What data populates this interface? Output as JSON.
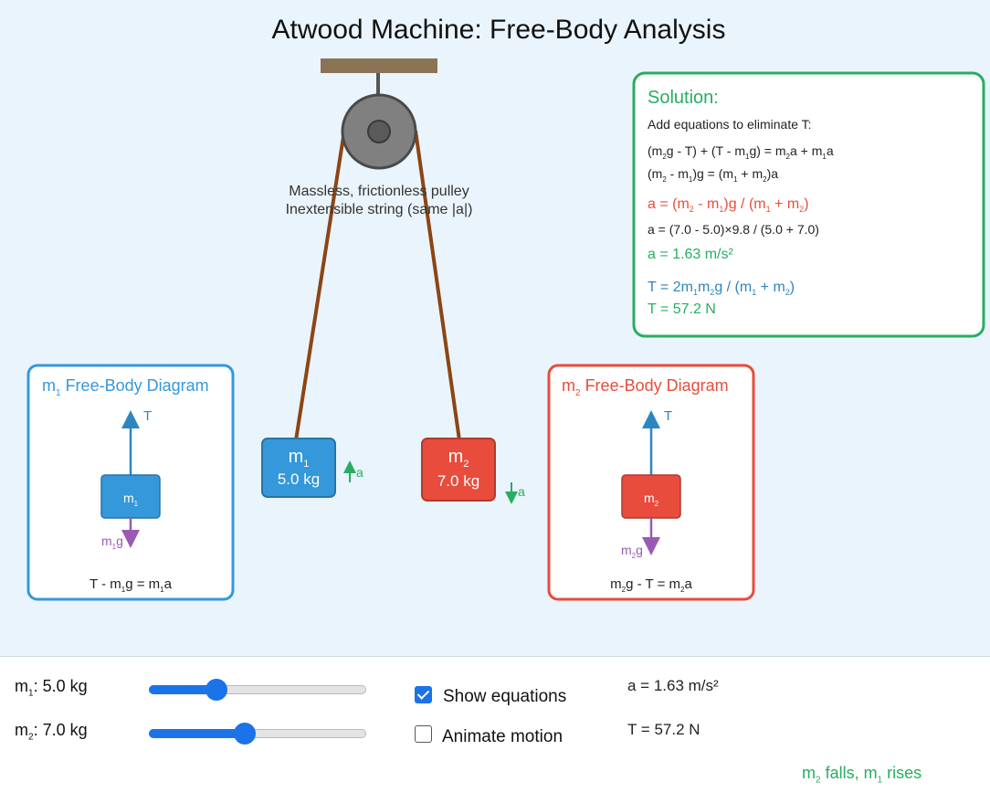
{
  "title": "Atwood Machine: Free-Body Analysis",
  "pulley": {
    "note_line1": "Massless, frictionless pulley",
    "note_line2": "Inextensible string (same |a|)"
  },
  "blocks": {
    "m1": {
      "sym": "m",
      "sub": "1",
      "mass": "5.0 kg",
      "accel_label": "a",
      "color": "#3498db"
    },
    "m2": {
      "sym": "m",
      "sub": "2",
      "mass": "7.0 kg",
      "accel_label": "a",
      "color": "#e74c3c"
    }
  },
  "fbd1": {
    "title_sym": "m",
    "title_sub": "1",
    "title_rest": " Free-Body Diagram",
    "tension_label": "T",
    "block_sym": "m",
    "block_sub": "1",
    "weight_sym": "m",
    "weight_sub": "1",
    "weight_rest": "g",
    "eq": {
      "p1": "T - m",
      "s1": "1",
      "p2": "g = m",
      "s2": "1",
      "p3": "a"
    }
  },
  "fbd2": {
    "title_sym": "m",
    "title_sub": "2",
    "title_rest": " Free-Body Diagram",
    "tension_label": "T",
    "block_sym": "m",
    "block_sub": "2",
    "weight_sym": "m",
    "weight_sub": "2",
    "weight_rest": "g",
    "eq": {
      "p1": "m",
      "s1": "2",
      "p2": "g - T = m",
      "s2": "2",
      "p3": "a"
    }
  },
  "solution": {
    "heading": "Solution:",
    "intro": "Add equations to eliminate T:",
    "l1": {
      "p1": "(m",
      "s1": "2",
      "p2": "g - T) + (T - m",
      "s2": "1",
      "p3": "g) = m",
      "s3": "2",
      "p4": "a + m",
      "s4": "1",
      "p5": "a"
    },
    "l2": {
      "p1": "(m",
      "s1": "2",
      "p2": " - m",
      "s2": "1",
      "p3": ")g = (m",
      "s3": "1",
      "p4": " + m",
      "s4": "2",
      "p5": ")a"
    },
    "l3": {
      "p1": "a = (m",
      "s1": "2",
      "p2": " - m",
      "s2": "1",
      "p3": ")g / (m",
      "s3": "1",
      "p4": " + m",
      "s4": "2",
      "p5": ")"
    },
    "l4": "a = (7.0 - 5.0)×9.8 / (5.0 + 7.0)",
    "l5": "a = 1.63 m/s²",
    "l6": {
      "p1": "T = 2m",
      "s1": "1",
      "p2": "m",
      "s2": "2",
      "p3": "g / (m",
      "s3": "1",
      "p4": " + m",
      "s4": "2",
      "p5": ")"
    },
    "l7": "T = 57.2 N"
  },
  "controls": {
    "m1_label": {
      "p1": "m",
      "s1": "1",
      "p2": ": 5.0 kg"
    },
    "m2_label": {
      "p1": "m",
      "s1": "2",
      "p2": ": 7.0 kg"
    },
    "m1_slider_fraction": 0.31,
    "m2_slider_fraction": 0.44,
    "show_equations": {
      "label": "Show equations",
      "checked": true
    },
    "animate_motion": {
      "label": "Animate motion",
      "checked": false
    },
    "accel_readout": "a = 1.63 m/s²",
    "tension_readout": "T = 57.2 N",
    "status": {
      "p1": "m",
      "s1": "2",
      "p2": " falls, m",
      "s2": "1",
      "p3": " rises"
    }
  },
  "colors": {
    "blue": "#3498db",
    "red": "#e74c3c",
    "green": "#27ae60",
    "purple": "#9b59b6",
    "tension": "#2e86c1",
    "rope": "#8b4513",
    "ceiling": "#8b7355",
    "pulley": "#808080"
  }
}
